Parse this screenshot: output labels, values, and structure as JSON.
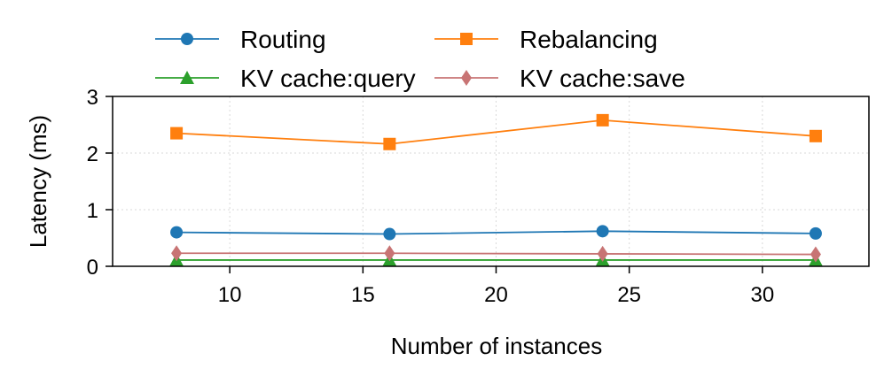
{
  "chart_data": {
    "type": "line",
    "title": "",
    "xlabel": "Number of instances",
    "ylabel": "Latency (ms)",
    "x": [
      8,
      16,
      24,
      32
    ],
    "xlim": [
      5.6,
      34
    ],
    "ylim": [
      0,
      3
    ],
    "xticks": [
      10,
      15,
      20,
      25,
      30
    ],
    "yticks": [
      0,
      1,
      2,
      3
    ],
    "grid": true,
    "legend_position": "top",
    "series": [
      {
        "name": "Routing",
        "values": [
          0.6,
          0.57,
          0.62,
          0.58
        ],
        "color": "#1f77b4",
        "marker": "circle"
      },
      {
        "name": "KV cache:query",
        "values": [
          0.11,
          0.11,
          0.11,
          0.11
        ],
        "color": "#2ca02c",
        "marker": "triangle"
      },
      {
        "name": "Rebalancing",
        "values": [
          2.35,
          2.16,
          2.58,
          2.3
        ],
        "color": "#ff7f0e",
        "marker": "square"
      },
      {
        "name": "KV cache:save",
        "values": [
          0.23,
          0.23,
          0.22,
          0.21
        ],
        "color": "#c87474",
        "marker": "diamond"
      }
    ]
  }
}
